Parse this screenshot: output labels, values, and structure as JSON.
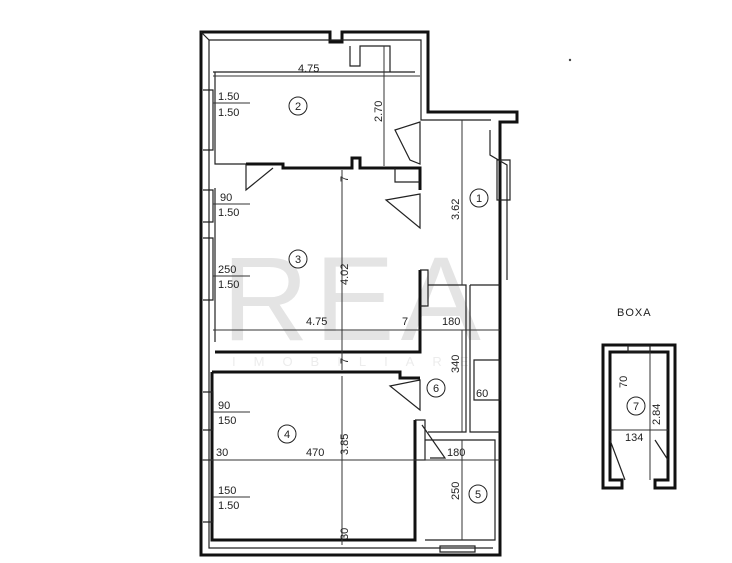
{
  "watermark": {
    "logo": "REA",
    "tagline": "IMOBILIARE"
  },
  "storage": {
    "title": "BOXA"
  },
  "rooms": [
    {
      "id": "room-1",
      "label": "1"
    },
    {
      "id": "room-2",
      "label": "2"
    },
    {
      "id": "room-3",
      "label": "3"
    },
    {
      "id": "room-4",
      "label": "4"
    },
    {
      "id": "room-5",
      "label": "5"
    },
    {
      "id": "room-6",
      "label": "6"
    },
    {
      "id": "room-7",
      "label": "7"
    }
  ],
  "dimensions": {
    "r2_width": "4.75",
    "r2_height": "2.70",
    "r1_height": "3.62",
    "r3_height": "4.02",
    "r3_width": "4.75",
    "r4_width": "470",
    "r4_height": "3.85",
    "r6_width": "180",
    "r6_height": "340",
    "r5_width": "180",
    "r5_height": "250",
    "r6_closet": "60",
    "boxa_width": "134",
    "boxa_height": "2.84",
    "boxa_door": "70",
    "left_30": "30",
    "bottom_30": "30",
    "tick_7a": "7",
    "tick_7b": "7",
    "tick_7c": "7"
  },
  "windows": [
    {
      "id": "win-r2",
      "top": "1.50",
      "bottom": "1.50"
    },
    {
      "id": "win-r3a",
      "top": "90",
      "bottom": "1.50"
    },
    {
      "id": "win-r3b",
      "top": "250",
      "bottom": "1.50"
    },
    {
      "id": "win-r4a",
      "top": "90",
      "bottom": "150"
    },
    {
      "id": "win-r4b",
      "top": "150",
      "bottom": "1.50"
    }
  ]
}
